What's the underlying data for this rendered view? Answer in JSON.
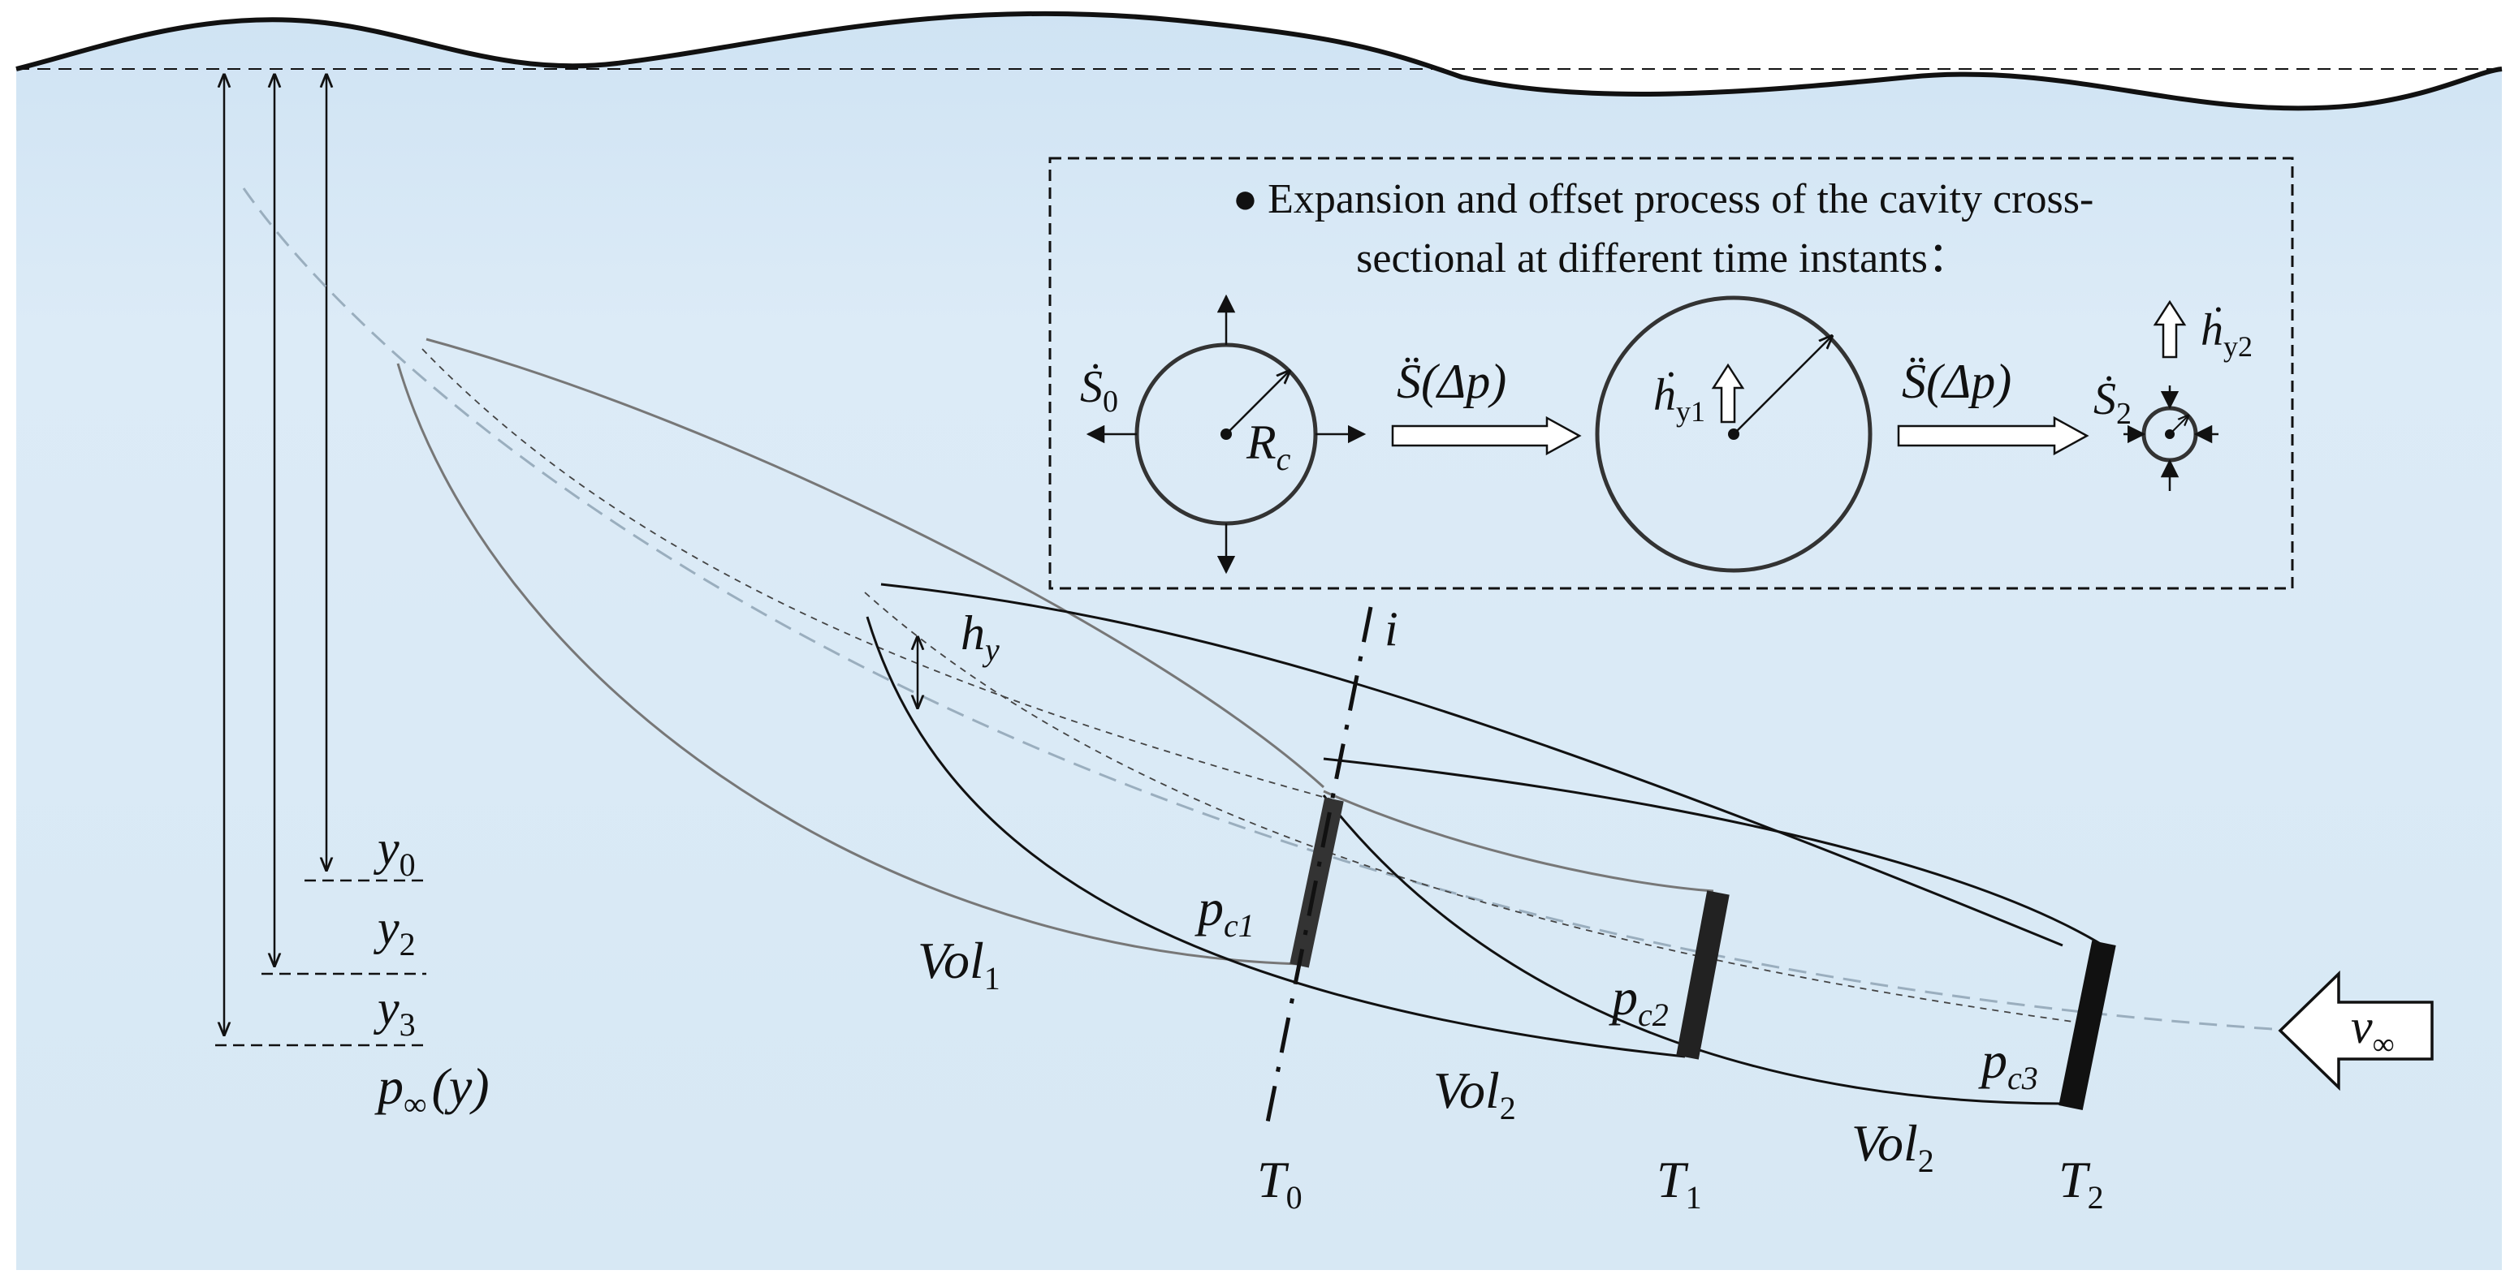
{
  "colors": {
    "water_top": "#cfe3f3",
    "water_mid": "#ddebf7",
    "water_bottom": "#d6e7f4",
    "stroke": "#111111",
    "gray_curve": "#777777",
    "trajectory": "#9aaebe",
    "arrow_fill": "#ffffff"
  },
  "inset": {
    "bullet": "●",
    "caption_line1": "Expansion and offset process of the cavity cross-",
    "caption_line2": "sectional at different time instants：",
    "s0_label": "Ṡ",
    "s0_sub": "0",
    "rc_label": "R",
    "rc_sub": "c",
    "transfer_label_1": "S̈(Δp)",
    "hy1_label": "ḣ",
    "hy1_sub": "y1",
    "transfer_label_2": "S̈(Δp)",
    "s2_label": "Ṡ",
    "s2_sub": "2",
    "hy2_label": "ḣ",
    "hy2_sub": "y2"
  },
  "depths": {
    "y0": "y",
    "y0_sub": "0",
    "y2": "y",
    "y2_sub": "2",
    "y3": "y",
    "y3_sub": "3",
    "p_inf": "p",
    "p_inf_sub": "∞",
    "p_inf_arg": "(y)"
  },
  "labels": {
    "hy": "h",
    "hy_sub": "y",
    "i": "i",
    "pc1": "p",
    "pc1_sub": "c1",
    "pc2": "p",
    "pc2_sub": "c2",
    "pc3": "p",
    "pc3_sub": "c3",
    "vol1": "Vol",
    "vol1_sub": "1",
    "vol2a": "Vol",
    "vol2a_sub": "2",
    "vol2b": "Vol",
    "vol2b_sub": "2",
    "t0": "T",
    "t0_sub": "0",
    "t1": "T",
    "t1_sub": "1",
    "t2": "T",
    "t2_sub": "2",
    "v_inf": "v",
    "v_inf_sub": "∞"
  }
}
